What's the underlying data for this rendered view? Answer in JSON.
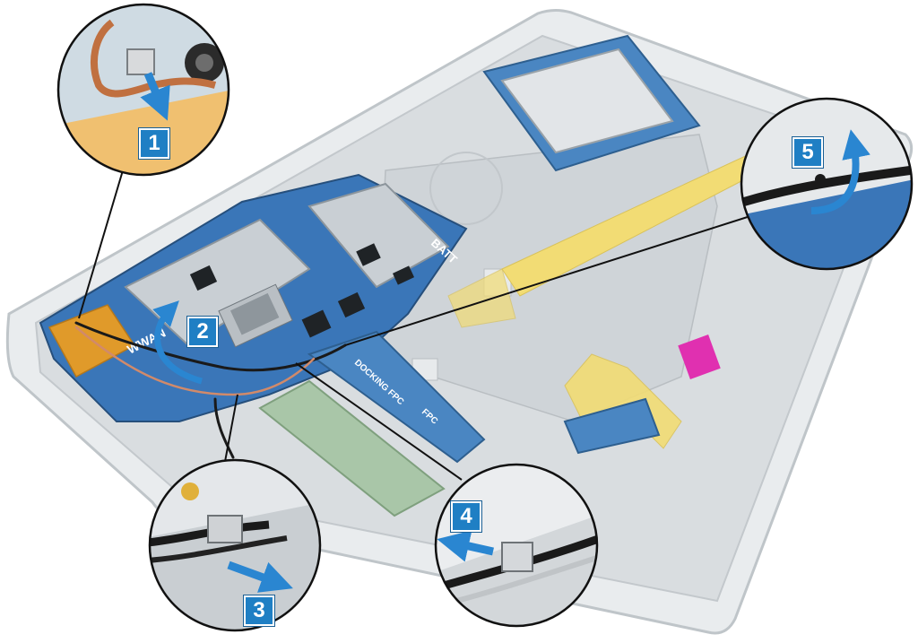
{
  "diagram": {
    "callouts": [
      {
        "number": "1",
        "action": "push-down"
      },
      {
        "number": "2",
        "action": "lift"
      },
      {
        "number": "3",
        "action": "slide-right"
      },
      {
        "number": "4",
        "action": "slide-left"
      },
      {
        "number": "5",
        "action": "lift"
      }
    ],
    "board_labels": {
      "wwan": "WWAN",
      "batt": "BATT",
      "docking": "DOCKING FPC",
      "fpc": "FPC"
    },
    "colors": {
      "callout_badge": "#1f7fc4",
      "arrow": "#2a86d1",
      "board": "#3a76b8",
      "gold_pad": "#e09a2a",
      "chassis": "#d9dde0",
      "tape": "#f2dc74",
      "magenta_label": "#e030b0",
      "leader_line": "#111111"
    }
  }
}
